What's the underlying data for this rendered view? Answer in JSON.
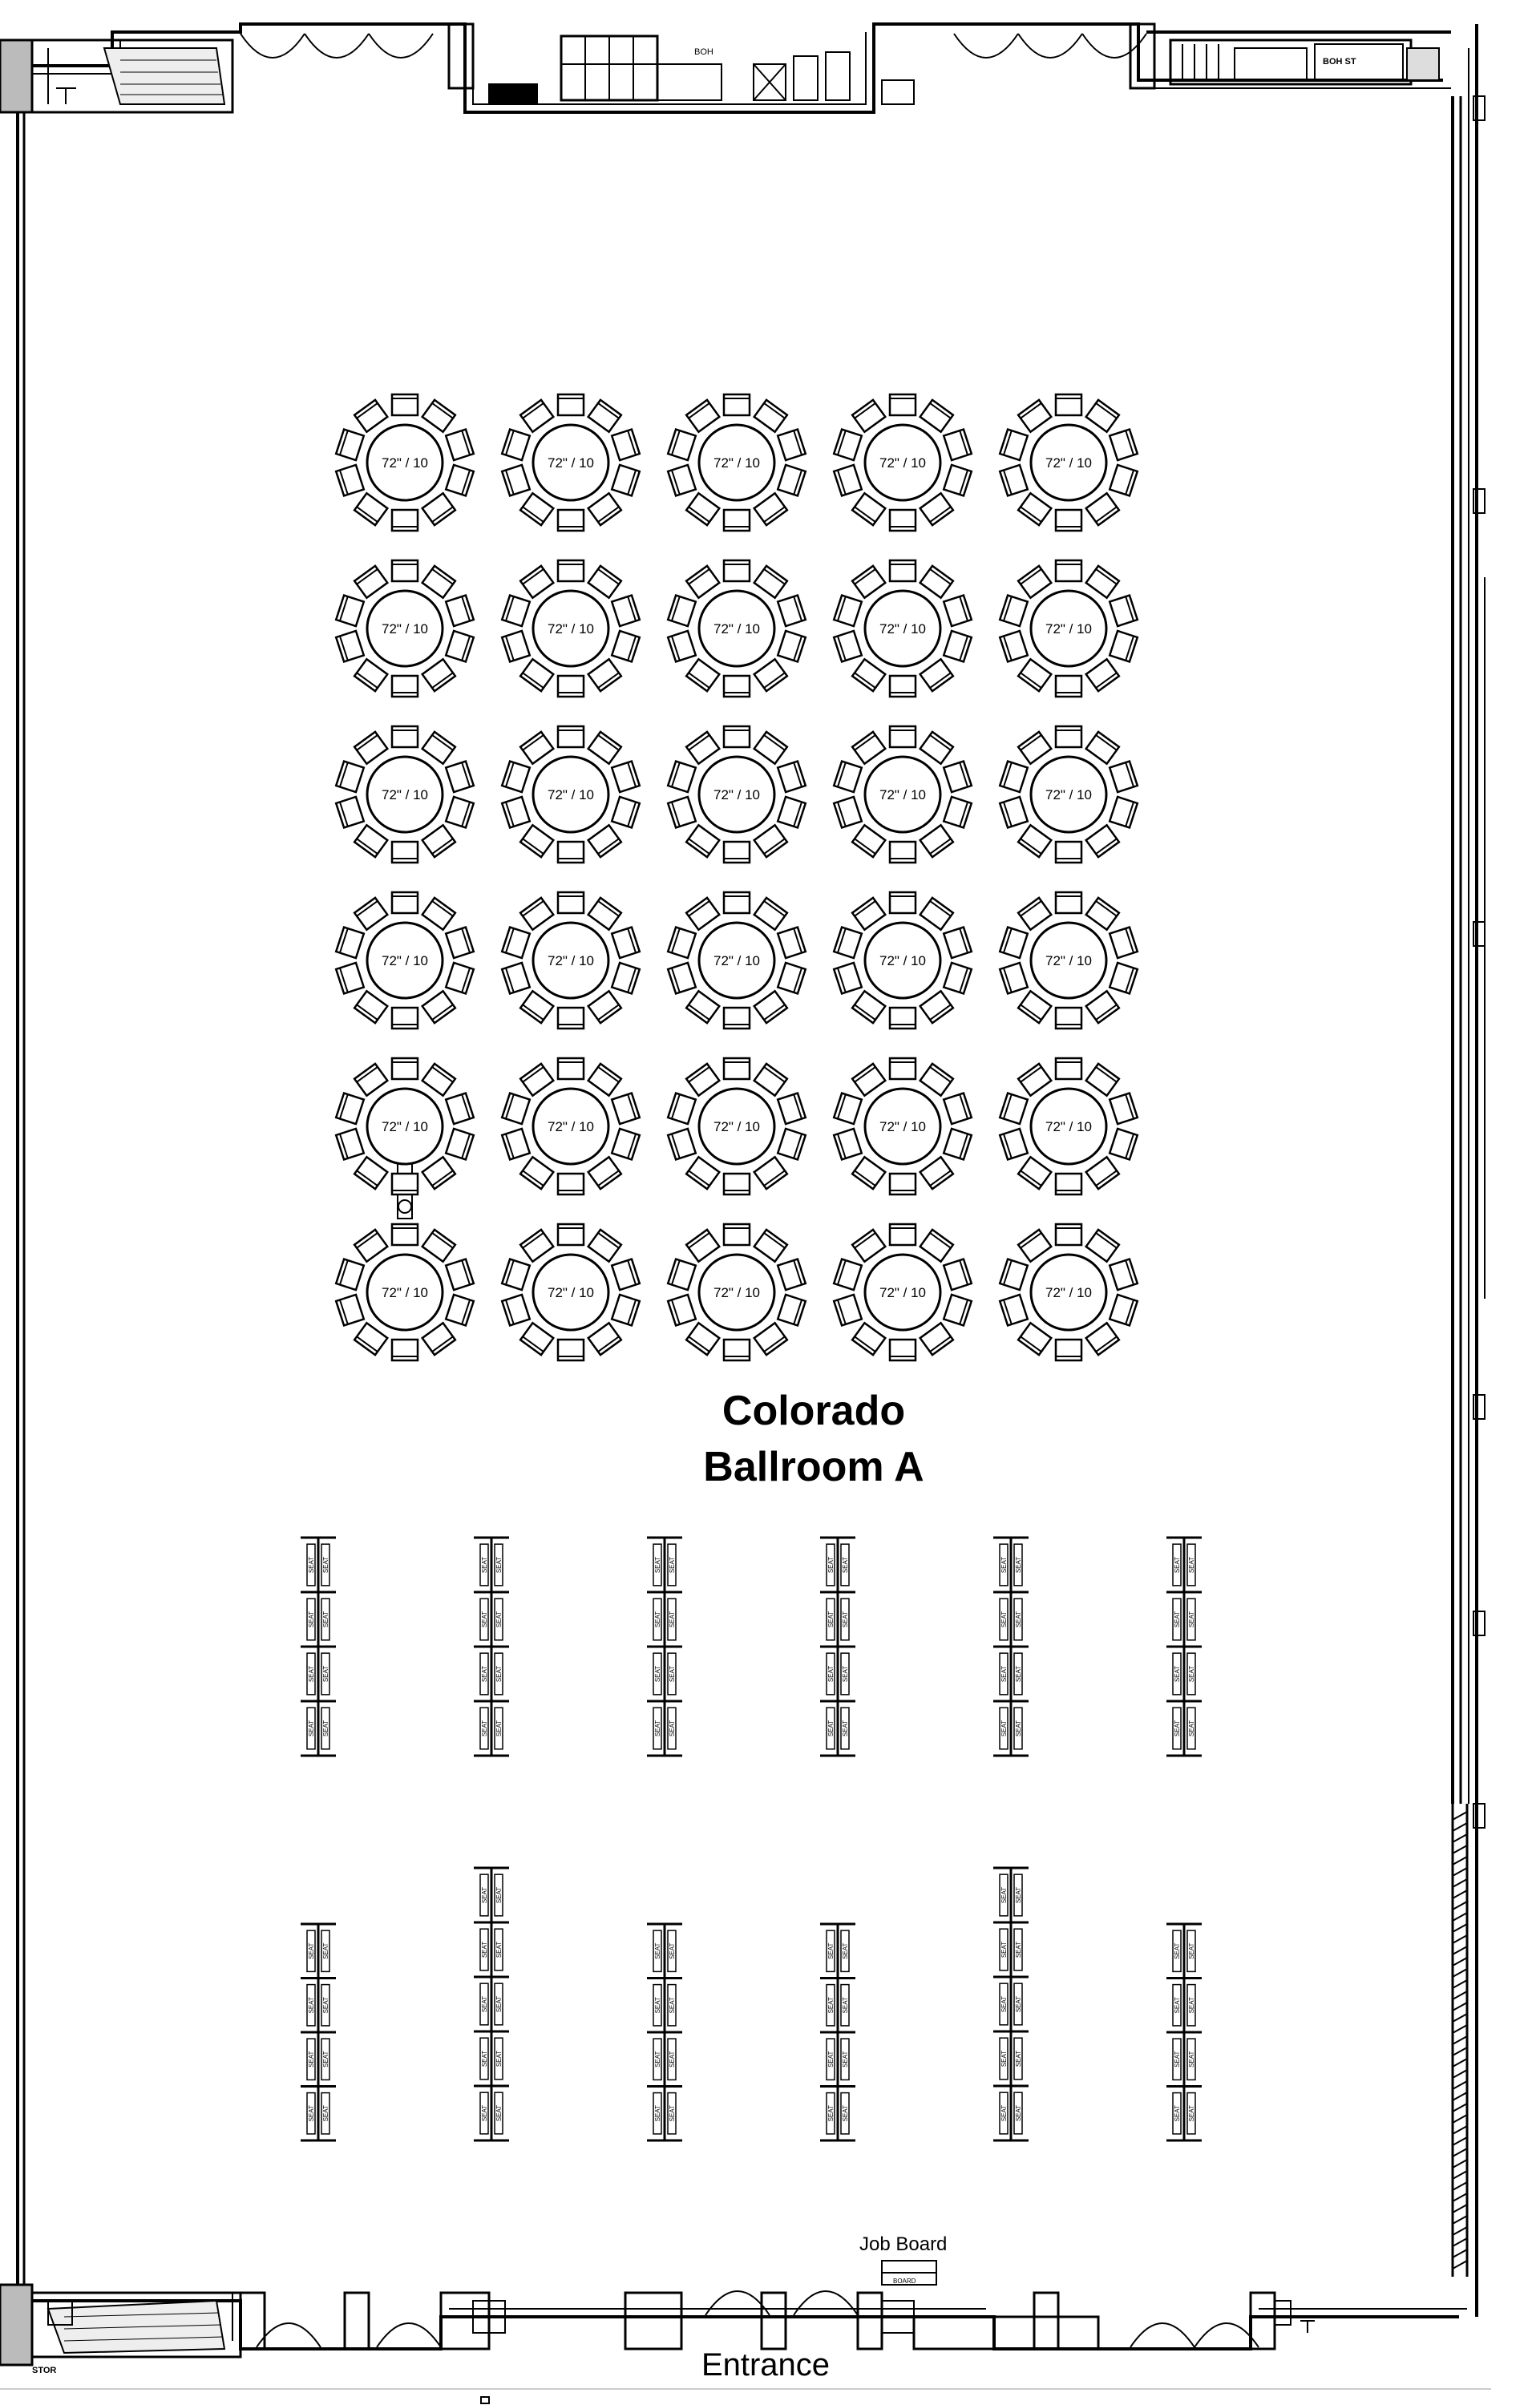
{
  "room": {
    "name_line1": "Colorado",
    "name_line2": "Ballroom A"
  },
  "round_tables": {
    "label": "72\" / 10",
    "rows": 6,
    "cols": 5,
    "seats_per_table": 10
  },
  "classroom_tables": {
    "seat_label": "SEAT",
    "upper_columns": 6,
    "lower_columns": 6
  },
  "labels": {
    "boh_top_center": "BOH",
    "boh_top_right": "BOH ST",
    "job_board": "Job Board",
    "job_board_sign": "BOARD",
    "entrance": "Entrance",
    "storage_bottom_left": "STOR"
  }
}
